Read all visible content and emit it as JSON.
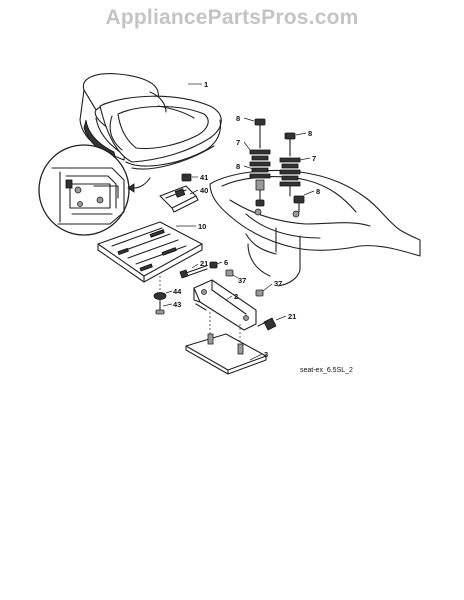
{
  "watermark": "AppliancePartsPros.com",
  "drawing_code": "seat-ex_6.5SL_2",
  "callouts": {
    "c1": "1",
    "c8a": "8",
    "c7a": "7",
    "c8b": "8",
    "c7b": "7",
    "c8c": "8",
    "c8d": "8",
    "c41": "41",
    "c40": "40",
    "c10": "10",
    "c21a": "21",
    "c6": "6",
    "c37a": "37",
    "c37b": "37",
    "c44": "44",
    "c43": "43",
    "c2": "2",
    "c21b": "21",
    "c3": "3"
  },
  "parts": [
    "seat",
    "seat-detail-inset",
    "spring-bracket",
    "seat-pan-plate",
    "fender-pan",
    "spring-left",
    "spring-right",
    "pivot-bracket",
    "mount-plate"
  ]
}
